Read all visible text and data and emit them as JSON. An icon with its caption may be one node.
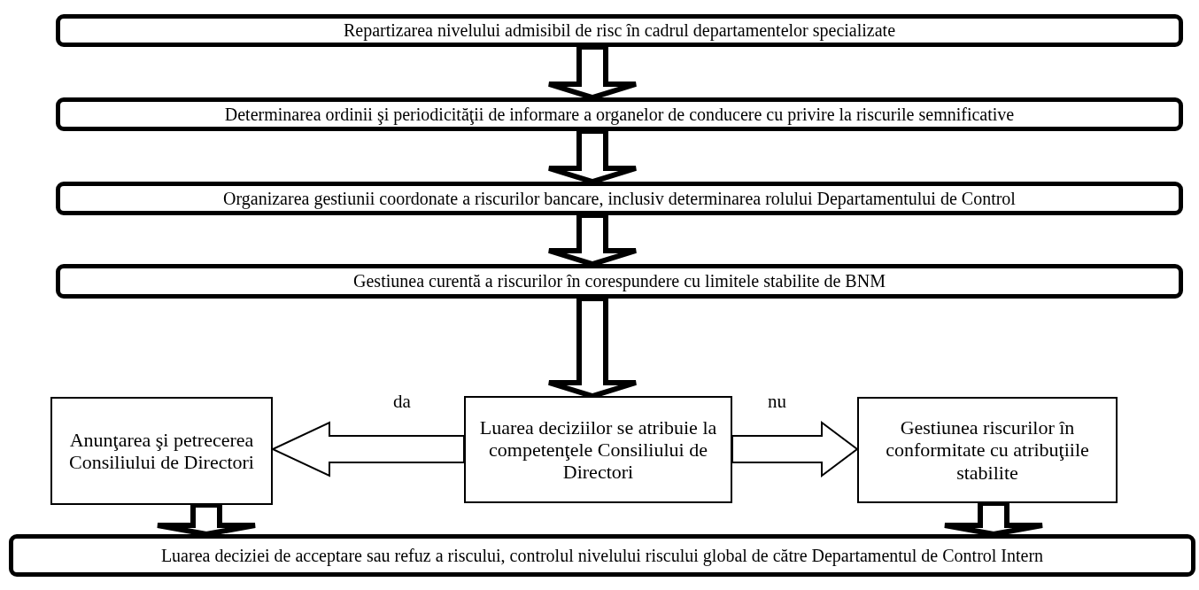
{
  "diagram": {
    "nodes": [
      {
        "text": [
          "Repartizarea nivelului admisibil de risc în cadrul departamentelor specializate"
        ]
      },
      {
        "text": [
          "Determinarea ordinii şi periodicităţii de informare a organelor de conducere cu privire la riscurile semnificative"
        ]
      },
      {
        "text": [
          "Organizarea gestiunii coordonate a riscurilor bancare, inclusiv determinarea rolului Departamentului de Control"
        ]
      },
      {
        "text": [
          "Gestiunea curentă a riscurilor în corespundere cu limitele stabilite de BNM"
        ]
      },
      {
        "text": [
          "Anunţarea şi petrecerea Consiliului de Directori"
        ]
      },
      {
        "text": [
          "Luarea deciziilor se atribuie la competenţele Consiliului de Directori"
        ]
      },
      {
        "text": [
          "Gestiunea riscurilor în conformitate cu atribuţiile stabilite"
        ]
      },
      {
        "text": [
          "Luarea deciziei de acceptare sau refuz a riscului, controlul nivelului riscului global de către Departamentul de Control Intern"
        ]
      }
    ],
    "edges": [
      {
        "from": 0,
        "to": 1,
        "arrow": "to"
      },
      {
        "from": 1,
        "to": 2,
        "arrow": "to"
      },
      {
        "from": 2,
        "to": 3,
        "arrow": "to"
      },
      {
        "from": 3,
        "to": 5,
        "arrow": "to"
      },
      {
        "from": 5,
        "to": 4,
        "arrow": "to",
        "label": "da"
      },
      {
        "from": 5,
        "to": 6,
        "arrow": "to",
        "label": "nu"
      },
      {
        "from": 4,
        "to": 7,
        "arrow": "to"
      },
      {
        "from": 6,
        "to": 7,
        "arrow": "to"
      }
    ]
  }
}
